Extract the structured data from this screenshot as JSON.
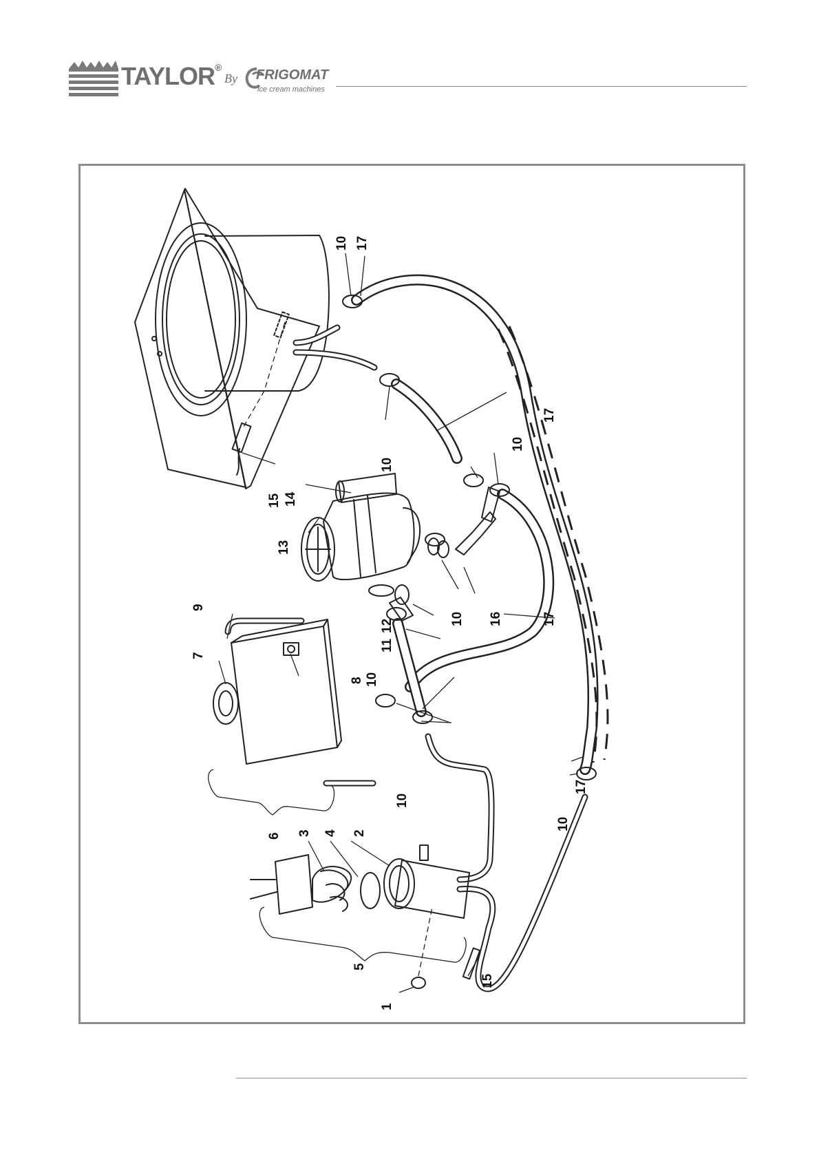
{
  "header": {
    "brand": "TAYLOR",
    "registered": "®",
    "by": "By",
    "partner": "FRIGOMAT",
    "tagline": "ice cream machines"
  },
  "callouts": [
    {
      "id": "c1",
      "label": "1"
    },
    {
      "id": "c2",
      "label": "2"
    },
    {
      "id": "c3",
      "label": "3"
    },
    {
      "id": "c4",
      "label": "4"
    },
    {
      "id": "c5",
      "label": "5"
    },
    {
      "id": "c6",
      "label": "6"
    },
    {
      "id": "c7",
      "label": "7"
    },
    {
      "id": "c8",
      "label": "8"
    },
    {
      "id": "c9",
      "label": "9"
    },
    {
      "id": "c10a",
      "label": "10"
    },
    {
      "id": "c10b",
      "label": "10"
    },
    {
      "id": "c10c",
      "label": "10"
    },
    {
      "id": "c10d",
      "label": "10"
    },
    {
      "id": "c10e",
      "label": "10"
    },
    {
      "id": "c10f",
      "label": "10"
    },
    {
      "id": "c10g",
      "label": "10"
    },
    {
      "id": "c11",
      "label": "11"
    },
    {
      "id": "c12",
      "label": "12"
    },
    {
      "id": "c13",
      "label": "13"
    },
    {
      "id": "c14",
      "label": "14"
    },
    {
      "id": "c15a",
      "label": "15"
    },
    {
      "id": "c15b",
      "label": "15"
    },
    {
      "id": "c16",
      "label": "16"
    },
    {
      "id": "c17a",
      "label": "17"
    },
    {
      "id": "c17b",
      "label": "17"
    },
    {
      "id": "c17c",
      "label": "17"
    },
    {
      "id": "c17d",
      "label": "17"
    }
  ]
}
